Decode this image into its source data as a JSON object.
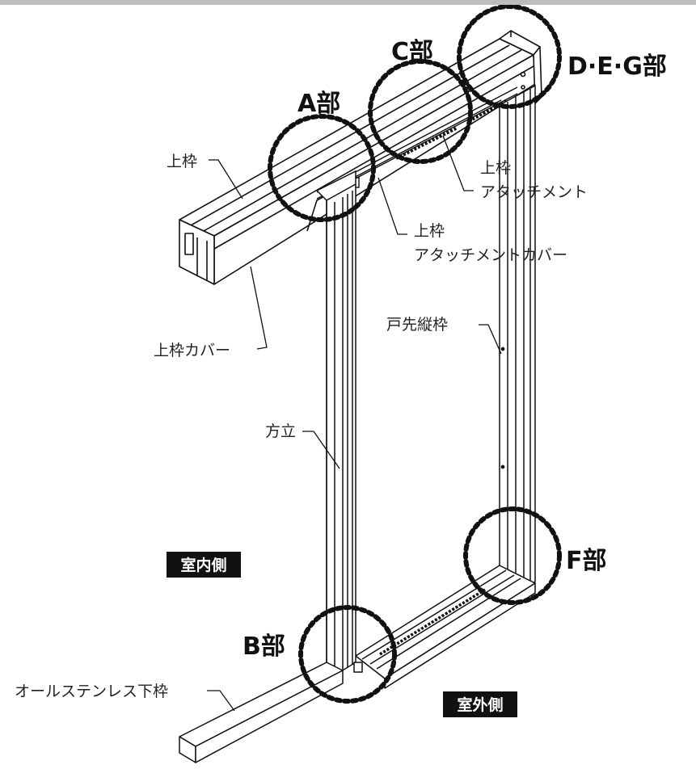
{
  "callouts": {
    "a": "A部",
    "b": "B部",
    "c": "C部",
    "deg": "D·E·G部",
    "f": "F部"
  },
  "labels": {
    "head_frame": "上枠",
    "head_frame_cover": "上枠カバー",
    "head_attach_line1": "上枠",
    "head_attach_line2": "アタッチメント",
    "head_attach_cover_line1": "上枠",
    "head_attach_cover_line2": "アタッチメントカバー",
    "door_tip_jamb": "戸先縦枠",
    "mullion": "方立",
    "sill": "オールステンレス下枠"
  },
  "tags": {
    "indoor": "室内側",
    "outdoor": "室外側"
  },
  "colors": {
    "line": "#111111",
    "callout_ring": "#111111",
    "tag_bg": "#111111",
    "tag_text": "#ffffff",
    "top_bar": "#bdbdbd"
  }
}
